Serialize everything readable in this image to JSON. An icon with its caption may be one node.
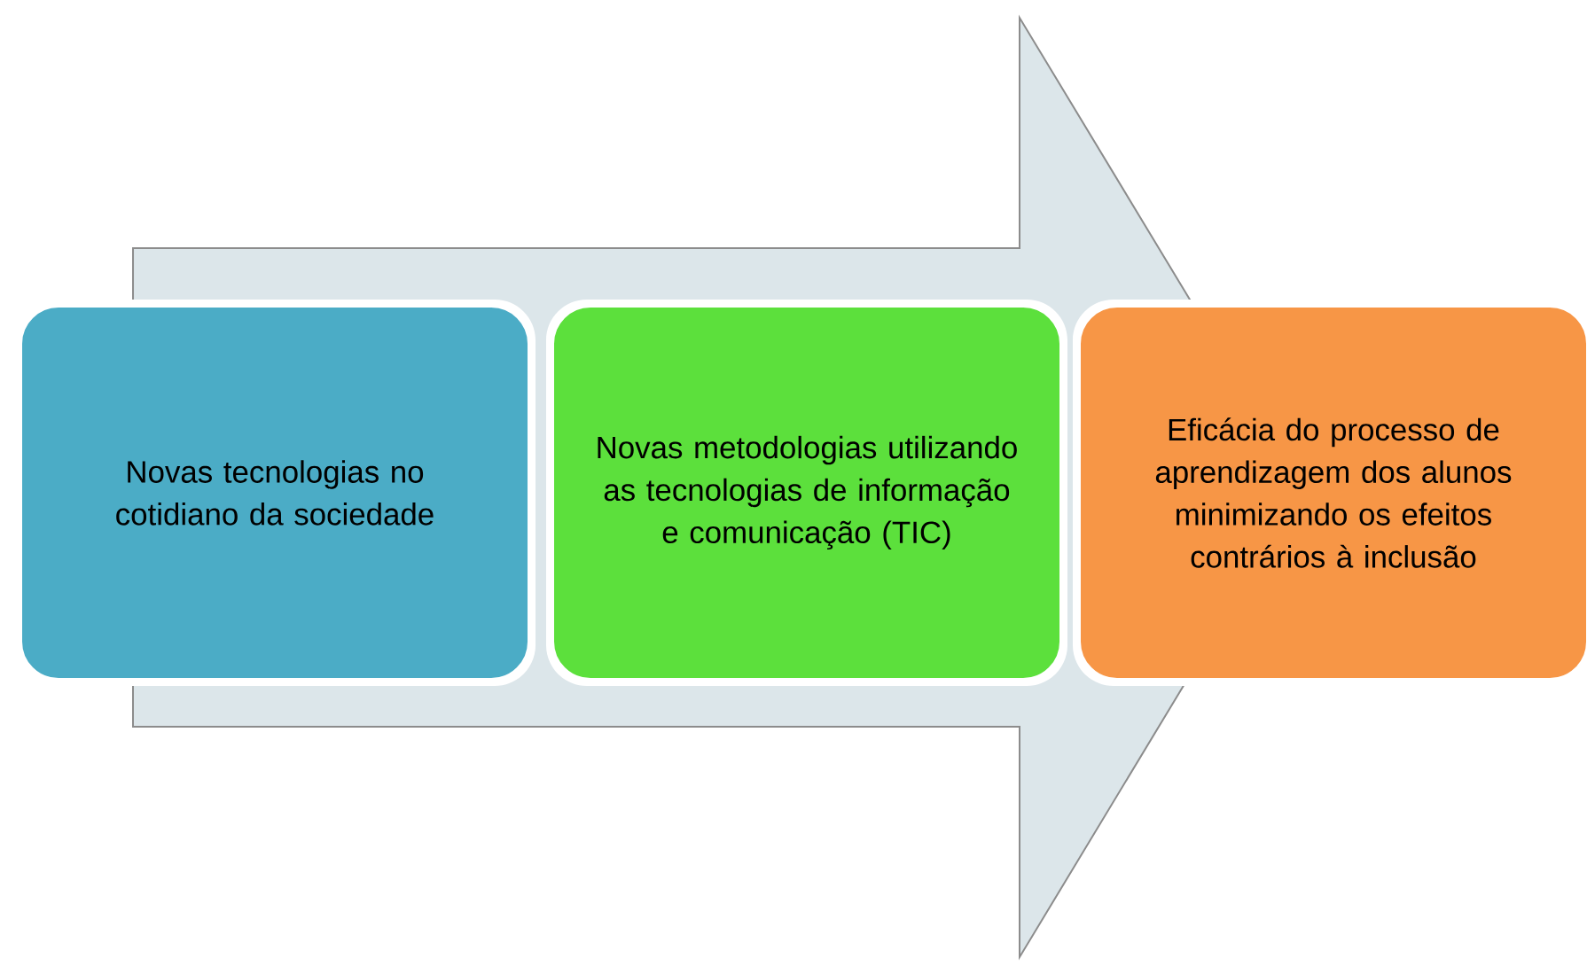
{
  "diagram": {
    "nodes": [
      {
        "text": [
          "Novas tecnologias no cotidiano da sociedade"
        ]
      },
      {
        "text": [
          "Novas metodologias utilizando as tecnologias de informação e comunicação (TIC)"
        ]
      },
      {
        "text": [
          "Eficácia do processo de aprendizagem dos alunos minimizando os efeitos contrários à inclusão"
        ]
      }
    ],
    "edges": [
      {
        "from": 0,
        "to": 2,
        "arrow": "to"
      }
    ]
  }
}
